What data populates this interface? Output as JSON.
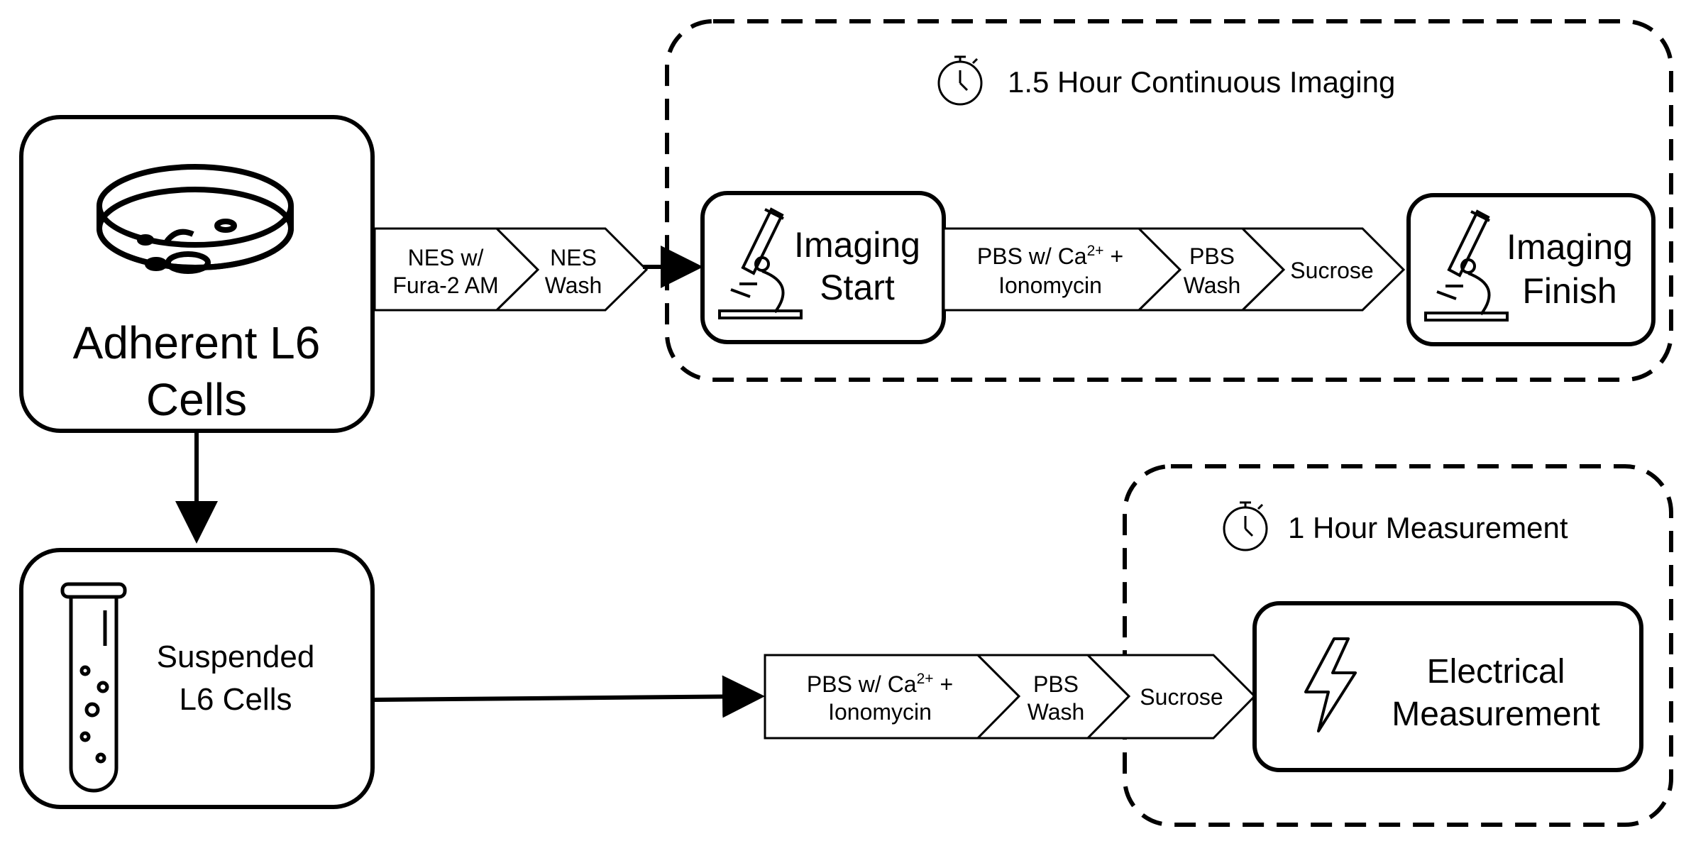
{
  "adherent_box": {
    "line1": "Adherent L6",
    "line2": "Cells"
  },
  "suspended_box": {
    "line1": "Suspended",
    "line2": "L6 Cells"
  },
  "adherent_steps": [
    {
      "line1": "NES w/",
      "line2": "Fura-2 AM"
    },
    {
      "line1": "NES",
      "line2": "Wash"
    }
  ],
  "imaging_group": {
    "label": "1.5 Hour Continuous Imaging"
  },
  "imaging_start": {
    "line1": "Imaging",
    "line2": "Start"
  },
  "imaging_finish": {
    "line1": "Imaging",
    "line2": "Finish"
  },
  "imaging_steps": [
    {
      "line1a": "PBS w/ Ca",
      "sup": "2+",
      "line1b": " +",
      "line2": "Ionomycin"
    },
    {
      "line1": "PBS",
      "line2": "Wash"
    },
    {
      "line1": "Sucrose"
    }
  ],
  "measurement_group": {
    "label": "1 Hour Measurement"
  },
  "measurement_steps": [
    {
      "line1a": "PBS w/ Ca",
      "sup": "2+",
      "line1b": " +",
      "line2": "Ionomycin"
    },
    {
      "line1": "PBS",
      "line2": "Wash"
    },
    {
      "line1": "Sucrose"
    }
  ],
  "electrical_box": {
    "line1": "Electrical",
    "line2": "Measurement"
  },
  "icons": [
    "petri-dish-icon",
    "test-tube-icon",
    "microscope-icon",
    "stopwatch-icon",
    "lightning-bolt-icon"
  ]
}
